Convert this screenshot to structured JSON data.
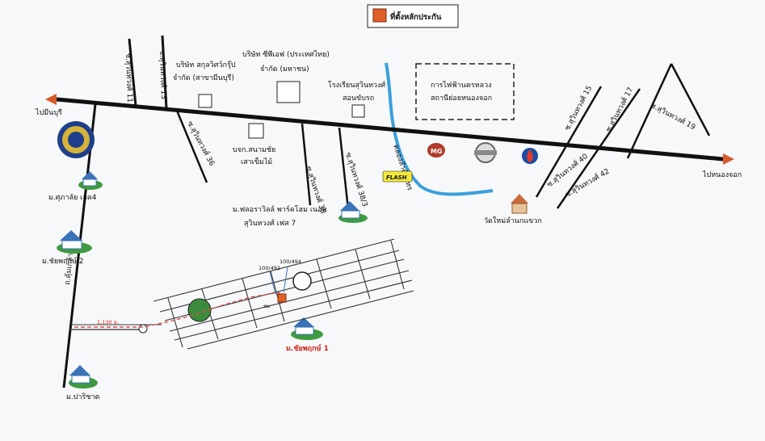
{
  "legend": {
    "label": "ที่ตั้งหลักประกัน",
    "color": "#e0602a"
  },
  "directions": {
    "left": "ไปมีนบุรี",
    "right": "ไปหนองจอก"
  },
  "roads": {
    "soi11": "ซ.สุวินทวงศ์ 11",
    "soi13": "ซ.สุวินทวงศ์ 13",
    "soi36": "ซ.สุวินทวงศ์ 36",
    "soi38": "ซ.สุวินทวงศ์ 38",
    "soi38_3": "ซ.สุวินทวงศ์ 38/3",
    "soi15": "ซ.สุวินทวงศ์ 15",
    "soi17": "ซ.สุวินทวงศ์ 17",
    "soi19": "ซ.สุวินทวงศ์ 19",
    "soi40": "ซ.สุวินทวงศ์ 40",
    "soi42": "ซ.สุวินทวงศ์ 42",
    "khumklao": "ถ.คุ้มเกล้า"
  },
  "places": {
    "sakul_line1": "บริษัท สกุลวิศว์กรุ๊ป",
    "sakul_line2": "จำกัด (สาขามีนบุรี)",
    "ptg_line1": "บริษัท ซีพีเอฟ (ประเทศไทย)",
    "ptg_line2": "จำกัด (มหาชน)",
    "school_line1": "โรงเรียนสุวินทวงศ์",
    "school_line2": "สอนขับรถ",
    "pea_line1": "การไฟฟ้านครหลวง",
    "pea_line2": "สถานีย่อยหนองจอก",
    "field_line1": "บจก.สนามชัย",
    "field_line2": "เสาเข็มไม้",
    "canal": "คลองลำต้นไทร",
    "temple": "วัดใหม่ลำนกแขวก",
    "village_florawill_1": "ม.ฟลอราวิลล์ พาร์คโฮม เนอท",
    "village_florawill_2": "สุวินทวงศ์ เฟส 7",
    "village_supalai": "ม.ศุภาลัย เลค4",
    "village_chaiyapruek2": "ม.ชัยพฤกษ์ 2",
    "village_chaiyapruek1": "ม.ชัยพฤกษ์ 1",
    "village_parichat": "ม.ปาริชาต",
    "logo_flash": "FLASH"
  },
  "inset": {
    "parcel_a": "100/492",
    "parcel_b": "100/494",
    "distance": "1,130 ม.",
    "plot_tag": "ชม"
  },
  "colors": {
    "road": "#111111",
    "canal": "#3a9fdc",
    "arrow": "#d85a2a",
    "roundabout": "#3c8a3c",
    "route": "#d65050"
  }
}
